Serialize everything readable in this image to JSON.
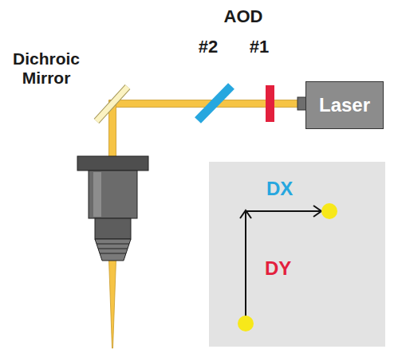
{
  "diagram": {
    "nodes": [
      {
        "text": [
          "Laser"
        ]
      },
      {
        "text": [
          "DX",
          "DY"
        ]
      }
    ],
    "labels": [
      "AOD",
      "#2",
      "#1",
      "Dichroic Mirror"
    ]
  }
}
